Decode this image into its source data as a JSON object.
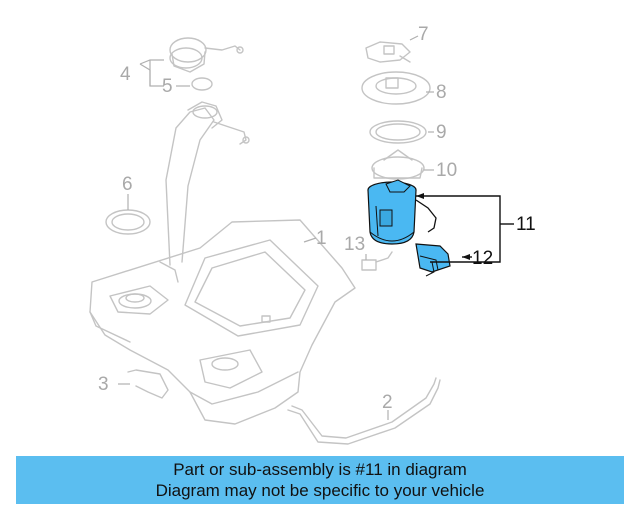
{
  "callouts": [
    {
      "id": "1",
      "label": "1",
      "state": "ghost"
    },
    {
      "id": "2",
      "label": "2",
      "state": "ghost"
    },
    {
      "id": "3",
      "label": "3",
      "state": "ghost"
    },
    {
      "id": "4",
      "label": "4",
      "state": "ghost"
    },
    {
      "id": "5",
      "label": "5",
      "state": "ghost"
    },
    {
      "id": "6",
      "label": "6",
      "state": "ghost"
    },
    {
      "id": "7",
      "label": "7",
      "state": "ghost"
    },
    {
      "id": "8",
      "label": "8",
      "state": "ghost"
    },
    {
      "id": "9",
      "label": "9",
      "state": "ghost"
    },
    {
      "id": "10",
      "label": "10",
      "state": "ghost"
    },
    {
      "id": "11",
      "label": "11",
      "state": "active"
    },
    {
      "id": "12",
      "label": "12",
      "state": "active"
    },
    {
      "id": "13",
      "label": "13",
      "state": "ghost"
    }
  ],
  "highlight_color": "#4ab8f2",
  "banner": {
    "line1": "Part or sub-assembly is #11 in diagram",
    "line2": "Diagram may not be specific to your vehicle",
    "background": "#5bbef0"
  }
}
